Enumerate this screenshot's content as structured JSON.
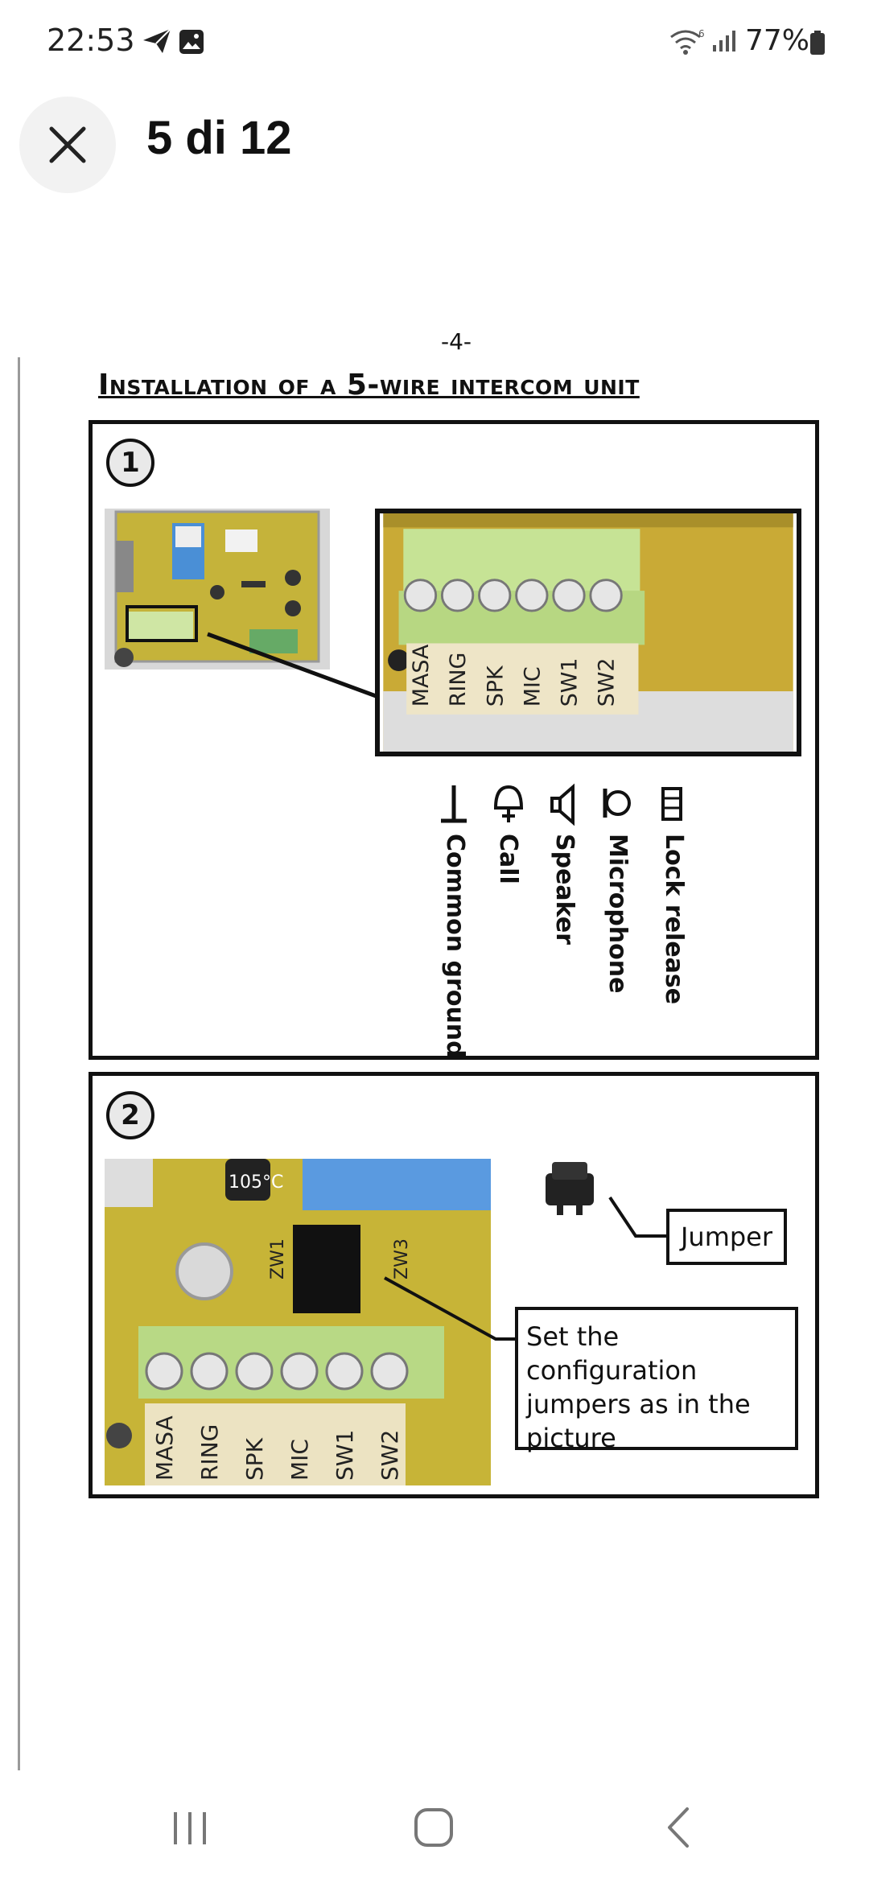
{
  "status_bar": {
    "time": "22:53",
    "battery_percent": "77%",
    "icons": [
      "send-icon",
      "gallery-icon",
      "wifi-icon",
      "signal-icon",
      "battery-icon"
    ]
  },
  "header": {
    "page_counter": "5 di 12",
    "close_icon": "close-icon"
  },
  "document": {
    "page_number": "-4-",
    "title": "Installation of a 5-wire intercom unit",
    "panel1": {
      "step": "1",
      "terminals": [
        "MASA",
        "RING",
        "SPK",
        "MIC",
        "SW1",
        "SW2"
      ],
      "legend": [
        {
          "icon": "ground-icon",
          "label": "Common ground"
        },
        {
          "icon": "bell-icon",
          "label": "Call"
        },
        {
          "icon": "speaker-icon",
          "label": "Speaker"
        },
        {
          "icon": "microphone-icon",
          "label": "Microphone"
        },
        {
          "icon": "lock-icon",
          "label": "Lock release"
        }
      ]
    },
    "panel2": {
      "step": "2",
      "terminals": [
        "MASA",
        "RING",
        "SPK",
        "MIC",
        "SW1",
        "SW2"
      ],
      "component_labels": [
        "105°C",
        "ZW1",
        "ZW3"
      ],
      "jumper_label": "Jumper",
      "config_note": "Set the configuration jumpers as in the picture"
    }
  },
  "navbar": {
    "icons": [
      "recent-apps-icon",
      "home-icon",
      "back-icon"
    ]
  }
}
